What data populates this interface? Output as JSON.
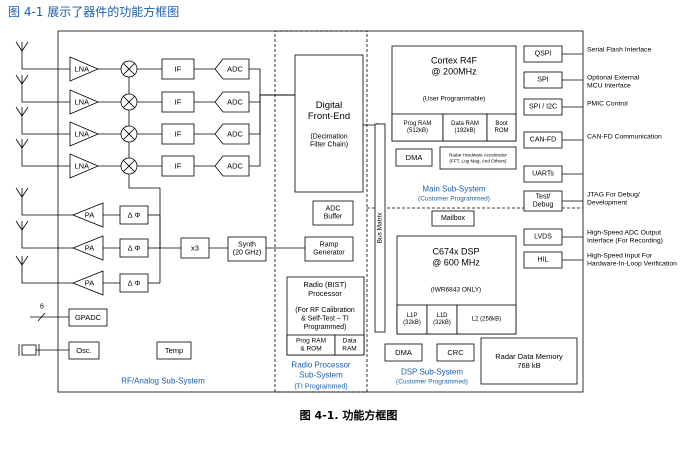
{
  "page_title": "图 4-1 展示了器件的功能方框图",
  "caption": "图 4-1. 功能方框图",
  "rf": {
    "lna": "LNA",
    "if": "IF",
    "adc": "ADC",
    "pa": "PA",
    "phase": "Δ Φ",
    "x3": "x3",
    "synth": [
      "Synth",
      "(20 GHz)"
    ],
    "ramp": [
      "Ramp",
      "Generator"
    ],
    "gpadc": "GPADC",
    "gpadc_bits": "6",
    "osc": "Osc.",
    "temp": "Temp",
    "label": "RF/Analog Sub-System"
  },
  "radio": {
    "dfe": [
      "Digital",
      "Front-End",
      "(Decimation",
      "Filter Chain)"
    ],
    "adc_buffer": [
      "ADC",
      "Buffer"
    ],
    "bist": [
      "Radio (BIST)",
      "Processor",
      "(For RF Calibration",
      "& Self-Test – TI",
      "Programmed)"
    ],
    "prog_ram": [
      "Prog RAM",
      "& ROM"
    ],
    "data_ram": [
      "Data",
      "RAM"
    ],
    "label": [
      "Radio Processor",
      "Sub-System"
    ],
    "sublabel": "(TI Programmed)"
  },
  "main": {
    "cortex": [
      "Cortex R4F",
      "@ 200MHz"
    ],
    "user_prog": "(User Programmable)",
    "prog_ram": [
      "Prog RAM",
      "(512kB)"
    ],
    "data_ram": [
      "Data RAM",
      "(192kB)"
    ],
    "boot_rom": [
      "Boot",
      "ROM"
    ],
    "dma": "DMA",
    "accelerator": [
      "Radar Hardware Accelerator",
      "(FFT, Log Mag, And Others)"
    ],
    "label": "Main Sub-System",
    "sublabel": "(Customer Programmed)",
    "bus_matrix": "Bus Matrix",
    "mailbox": "Mailbox"
  },
  "dsp": {
    "core": [
      "C674x DSP",
      "@ 600 MHz"
    ],
    "note": "(IWR6843 ONLY)",
    "l1p": [
      "L1P",
      "(32kB)"
    ],
    "l1d": [
      "L1D",
      "(32kB)"
    ],
    "l2": "L2 (256kB)",
    "dma": "DMA",
    "crc": "CRC",
    "radar_mem": [
      "Radar Data Memory",
      "768 kB"
    ],
    "label": "DSP Sub-System",
    "sublabel": "(Customer Programmed)"
  },
  "peripherals": [
    {
      "block": [
        "QSPI"
      ],
      "desc": [
        "Serial Flash Interface"
      ]
    },
    {
      "block": [
        "SPI"
      ],
      "desc": [
        "Optional External",
        "MCU Interface"
      ]
    },
    {
      "block": [
        "SPI / I2C"
      ],
      "desc": [
        "PMIC Control"
      ]
    },
    {
      "block": [
        "CAN-FD"
      ],
      "desc": [
        "CAN-FD Communication"
      ]
    },
    {
      "block": [
        "UARTs"
      ],
      "desc": []
    },
    {
      "block": [
        "Test/",
        "Debug"
      ],
      "desc": [
        "JTAG For Debug/",
        "Development"
      ]
    },
    {
      "block": [
        "LVDS"
      ],
      "desc": [
        "High-Speed ADC Output",
        "Interface (For Recording)"
      ]
    },
    {
      "block": [
        "HIL"
      ],
      "desc": [
        "High-Speed Input For",
        "Hardware-In-Loop Verification"
      ]
    }
  ]
}
